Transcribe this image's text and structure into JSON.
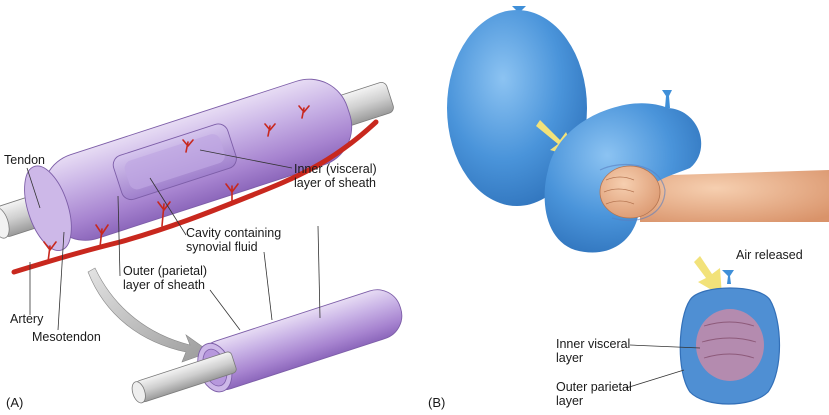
{
  "panel_a": {
    "letter": "(A)",
    "labels": {
      "tendon": "Tendon",
      "inner_line1": "Inner (visceral)",
      "inner_line2": "layer of sheath",
      "cavity_line1": "Cavity containing",
      "cavity_line2": "synovial fluid",
      "outer_line1": "Outer (parietal)",
      "outer_line2": "layer of sheath",
      "artery": "Artery",
      "mesotendon": "Mesotendon"
    }
  },
  "panel_b": {
    "letter": "(B)",
    "labels": {
      "air_released": "Air released",
      "inner_line1": "Inner visceral",
      "inner_line2": "layer",
      "outer_line1": "Outer parietal",
      "outer_line2": "layer"
    }
  },
  "colors": {
    "sheath_purple": "#b49ad6",
    "artery_red": "#c8281e",
    "balloon_blue": "#3f8fd8",
    "arrow_yellow": "#f2e27a",
    "skin": "#e8b08c"
  }
}
